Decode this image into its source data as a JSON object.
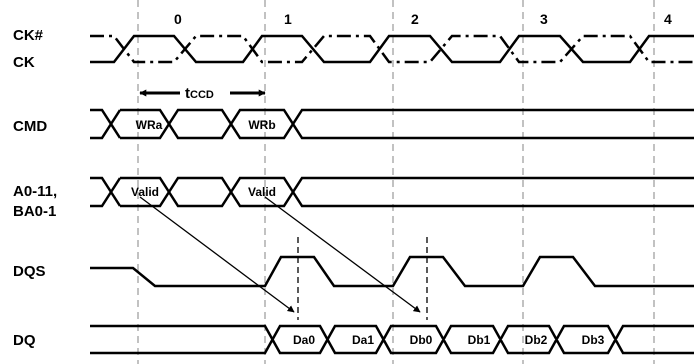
{
  "signals": {
    "ck_n": "CK#",
    "ck": "CK",
    "cmd": "CMD",
    "addr_line1": "A0-11,",
    "addr_line2": "BA0-1",
    "dqs": "DQS",
    "dq": "DQ"
  },
  "clock_numbers": [
    "0",
    "1",
    "2",
    "3",
    "4"
  ],
  "timing": {
    "t": "t",
    "sub": "CCD"
  },
  "cmd_bus": [
    "WRa",
    "WRb"
  ],
  "addr_bus": [
    "Valid",
    "Valid"
  ],
  "dq_bus": [
    "Da0",
    "Da1",
    "Db0",
    "Db1",
    "Db2",
    "Db3"
  ],
  "colors": {
    "line": "#000000",
    "guide": "#9a9a9a"
  }
}
